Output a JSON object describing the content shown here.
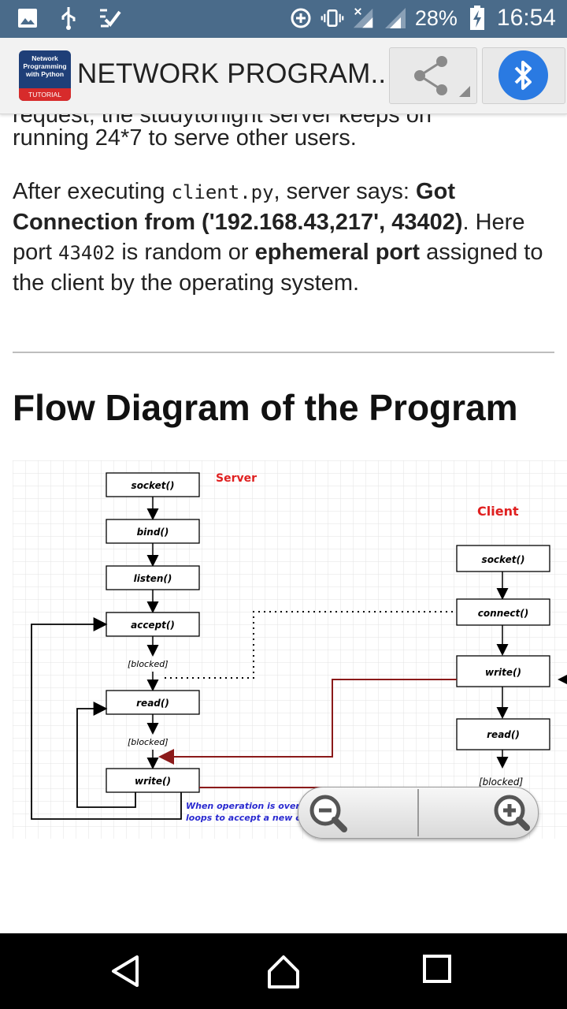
{
  "status_bar": {
    "battery": "28%",
    "time": "16:54",
    "left_icons": [
      "image-icon",
      "usb-icon",
      "check-list-icon"
    ],
    "right_icons": [
      "data-saver-icon",
      "vibrate-icon",
      "signal-x-icon",
      "signal-icon",
      "battery-charging-icon"
    ]
  },
  "app_bar": {
    "logo_lines": [
      "Network",
      "Programming",
      "with Python"
    ],
    "logo_badge": "TUTORIAL",
    "title": "NETWORK PROGRAM.."
  },
  "content": {
    "cut_off_line": "request, the studytonight server keeps on",
    "p1": "running 24*7 to serve other users.",
    "p2": {
      "t1": "After executing ",
      "code1": "client.py",
      "t2": ", server says: ",
      "b1": "Got Connection from ('192.168.43,217', 43402)",
      "t3": ". Here port ",
      "code2": "43402",
      "t4": " is random or ",
      "b2": "ephemeral port",
      "t5": " assigned to the client by the operating system."
    },
    "heading": "Flow Diagram of the Program"
  },
  "diagram": {
    "server_label": "Server",
    "client_label": "Client",
    "server_steps": [
      "socket()",
      "bind()",
      "listen()",
      "accept()",
      "read()",
      "write()"
    ],
    "blocked_label": "[blocked]",
    "client_steps": [
      "socket()",
      "connect()",
      "write()",
      "read()"
    ],
    "note_line1": "When operation is over, s",
    "note_line2": "loops to accept a new co",
    "colors": {
      "server_label": "#e02020",
      "client_label": "#e02020",
      "data_line": "#8b1a1a",
      "note": "#2a2ad0"
    }
  },
  "zoom": {
    "out_icon": "zoom-out-icon",
    "in_icon": "zoom-in-icon"
  },
  "nav": {
    "icons": [
      "back-icon",
      "home-icon",
      "recents-icon"
    ]
  }
}
